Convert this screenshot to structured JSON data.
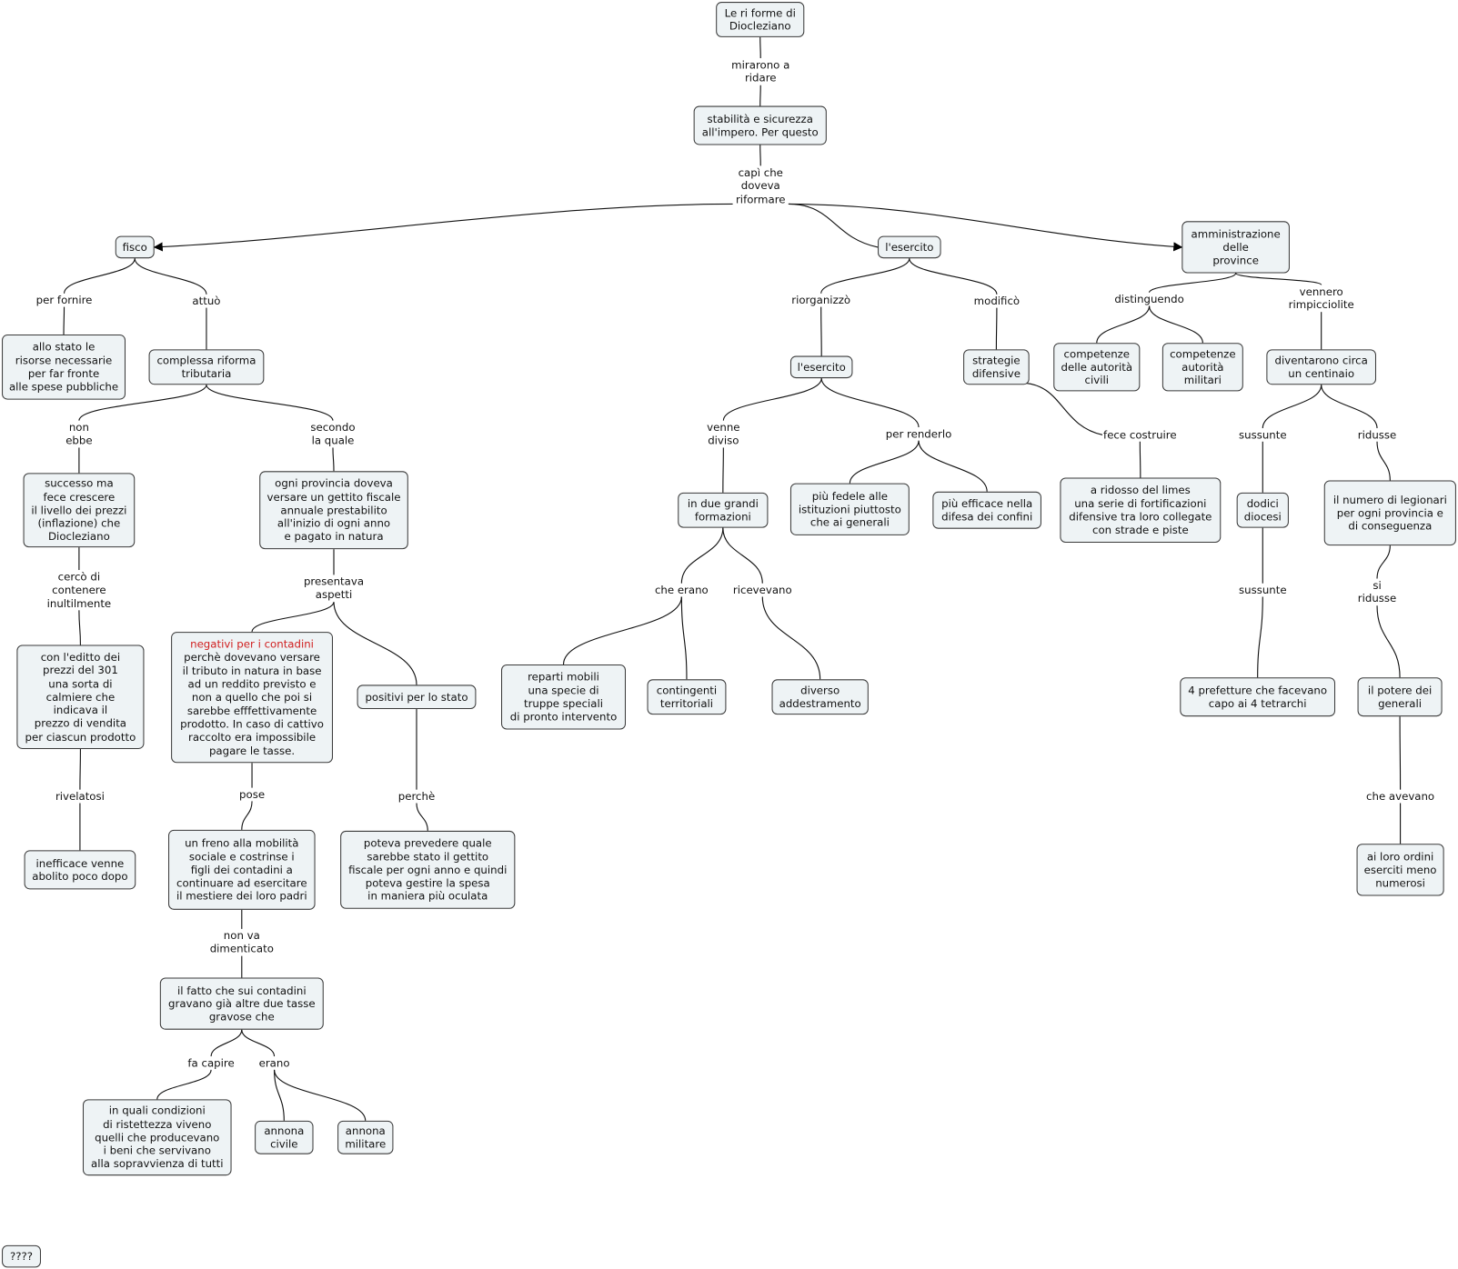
{
  "nodes": {
    "n1": "Le ri forme di\nDiocleziano",
    "n2": "stabilità e sicurezza\nall'impero. Per questo",
    "n3": "fisco",
    "n4": "l'esercito",
    "n5": "amministrazione\ndelle\nprovince",
    "n6": "allo stato le\nrisorse necessarie\nper far fronte\nalle spese pubbliche",
    "n7": "complessa riforma\ntributaria",
    "n8": "successo ma\nfece crescere\nil livello dei prezzi\n(inflazione) che\nDiocleziano",
    "n9": "ogni provincia doveva\nversare un gettito fiscale\nannuale prestabilito\nall'inizio di ogni anno\ne pagato in natura",
    "n10": "con l'editto dei\nprezzi del 301\nuna sorta di\ncalmiere che\nindicava il\nprezzo di vendita\nper ciascun prodotto",
    "n11_red": "negativi per i contadini",
    "n11": "perchè dovevano versare\nil tributo in natura in base\nad un reddito previsto e\nnon a quello che poi si\nsarebbe efffettivamente\nprodotto. In caso di cattivo\nraccolto era impossibile\npagare le tasse.",
    "n12": "positivi per lo stato",
    "n13": "inefficace venne\nabolito poco dopo",
    "n14": "un freno alla mobilità\nsociale e costrinse i\nfigli dei contadini a\ncontinuare ad esercitare\nil mestiere dei loro padri",
    "n15": "poteva prevedere quale\nsarebbe stato il gettito\nfiscale per ogni anno e quindi\npoteva gestire la spesa\nin maniera più oculata",
    "n16": "il fatto che sui contadini\ngravano già altre due tasse\ngravose che",
    "n17": "in quali condizioni\ndi ristettezza viveno\nquelli che producevano\ni beni che servivano\nalla sopravvienza di tutti",
    "n18": "annona\ncivile",
    "n19": "annona\nmilitare",
    "n20": "????",
    "n21": "l'esercito",
    "n22": "strategie\ndifensive",
    "n23": "in due grandi\nformazioni",
    "n24": "più fedele alle\nistituzioni piuttosto\nche ai generali",
    "n25": "più efficace nella\ndifesa dei confini",
    "n26": "a ridosso del limes\nuna serie di fortificazioni\ndifensive tra loro collegate\ncon strade e piste",
    "n27": "reparti mobili\nuna specie di\ntruppe speciali\ndi pronto intervento",
    "n28": "contingenti\nterritoriali",
    "n29": "diverso\naddestramento",
    "n30": "competenze\ndelle autorità\ncivili",
    "n31": "competenze\nautorità\nmilitari",
    "n32": "diventarono circa\nun centinaio",
    "n33": "dodici\ndiocesi",
    "n34": "il numero di legionari\nper ogni provincia e\ndi conseguenza",
    "n35": "4 prefetture che facevano\ncapo ai 4 tetrarchi",
    "n36": "il potere dei\ngenerali",
    "n37": "ai loro ordini\neserciti meno\nnumerosi"
  },
  "links": {
    "l1": "mirarono a\nridare",
    "l2": "capì che\ndoveva\nriformare",
    "l3": "per fornire",
    "l4": "attuò",
    "l5": "non\nebbe",
    "l6": "secondo\nla quale",
    "l7": "cercò di\ncontenere\ninultilmente",
    "l8": "presentava\naspetti",
    "l9": "rivelatosi",
    "l10": "pose",
    "l11": "perchè",
    "l12": "non va\ndimenticato",
    "l13": "fa capire",
    "l14": "erano",
    "l15": "riorganizzò",
    "l16": "modificò",
    "l17": "venne\ndiviso",
    "l18": "per renderlo",
    "l19": "fece costruire",
    "l20": "che erano",
    "l21": "ricevevano",
    "l22": "distinguendo",
    "l23": "vennero\nrimpicciolite",
    "l24": "sussunte",
    "l25": "ridusse",
    "l26": "sussunte",
    "l27": "si\nridusse",
    "l28": "che avevano"
  },
  "edges": [
    [
      "n1",
      "l1"
    ],
    [
      "l1",
      "n2"
    ],
    [
      "n2",
      "l2"
    ],
    [
      "l2",
      "n3",
      true
    ],
    [
      "l2",
      "n4"
    ],
    [
      "l2",
      "n5",
      true
    ],
    [
      "n3",
      "l3"
    ],
    [
      "l3",
      "n6"
    ],
    [
      "n3",
      "l4"
    ],
    [
      "l4",
      "n7"
    ],
    [
      "n7",
      "l5"
    ],
    [
      "l5",
      "n8"
    ],
    [
      "n7",
      "l6"
    ],
    [
      "l6",
      "n9"
    ],
    [
      "n8",
      "l7"
    ],
    [
      "l7",
      "n10"
    ],
    [
      "n10",
      "l9"
    ],
    [
      "l9",
      "n13"
    ],
    [
      "n9",
      "l8"
    ],
    [
      "l8",
      "n11"
    ],
    [
      "l8",
      "n12"
    ],
    [
      "n11",
      "l10"
    ],
    [
      "l10",
      "n14"
    ],
    [
      "n12",
      "l11"
    ],
    [
      "l11",
      "n15"
    ],
    [
      "n14",
      "l12"
    ],
    [
      "l12",
      "n16"
    ],
    [
      "n16",
      "l13"
    ],
    [
      "l13",
      "n17"
    ],
    [
      "n16",
      "l14"
    ],
    [
      "l14",
      "n18"
    ],
    [
      "l14",
      "n19"
    ],
    [
      "n4",
      "l15"
    ],
    [
      "l15",
      "n21"
    ],
    [
      "n4",
      "l16"
    ],
    [
      "l16",
      "n22"
    ],
    [
      "n21",
      "l17"
    ],
    [
      "l17",
      "n23"
    ],
    [
      "n21",
      "l18"
    ],
    [
      "l18",
      "n24"
    ],
    [
      "l18",
      "n25"
    ],
    [
      "n22",
      "l19"
    ],
    [
      "l19",
      "n26"
    ],
    [
      "n23",
      "l20"
    ],
    [
      "l20",
      "n27"
    ],
    [
      "l20",
      "n28"
    ],
    [
      "n23",
      "l21"
    ],
    [
      "l21",
      "n29"
    ],
    [
      "n5",
      "l22"
    ],
    [
      "l22",
      "n30"
    ],
    [
      "l22",
      "n31"
    ],
    [
      "n5",
      "l23"
    ],
    [
      "l23",
      "n32"
    ],
    [
      "n32",
      "l24"
    ],
    [
      "l24",
      "n33"
    ],
    [
      "n32",
      "l25"
    ],
    [
      "l25",
      "n34"
    ],
    [
      "n33",
      "l26"
    ],
    [
      "l26",
      "n35"
    ],
    [
      "n34",
      "l27"
    ],
    [
      "l27",
      "n36"
    ],
    [
      "n36",
      "l28"
    ],
    [
      "l28",
      "n37"
    ]
  ]
}
